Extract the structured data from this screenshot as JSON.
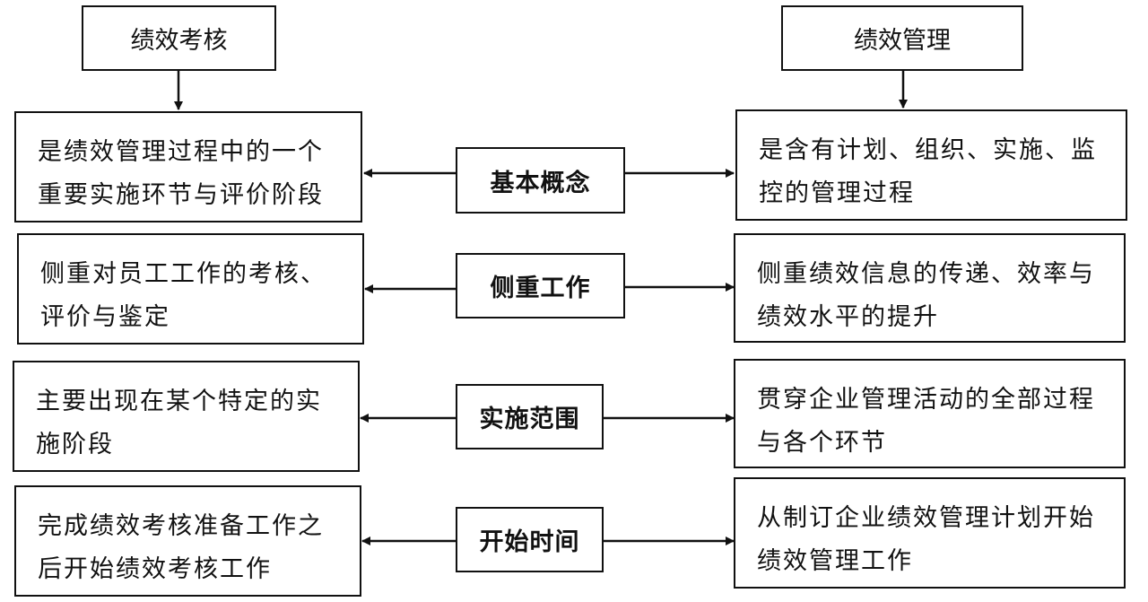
{
  "headers": {
    "left": "绩效考核",
    "right": "绩效管理"
  },
  "rows": [
    {
      "category": "基本概念",
      "left_lines": [
        "是绩效管理过程中的一个",
        "重要实施环节与评价阶段"
      ],
      "right_lines": [
        "是含有计划、组织、实施、监",
        "控的管理过程"
      ]
    },
    {
      "category": "侧重工作",
      "left_lines": [
        "侧重对员工工作的考核、",
        "评价与鉴定"
      ],
      "right_lines": [
        "侧重绩效信息的传递、效率与",
        "绩效水平的提升"
      ]
    },
    {
      "category": "实施范围",
      "left_lines": [
        "主要出现在某个特定的实",
        "施阶段"
      ],
      "right_lines": [
        "贯穿企业管理活动的全部过程",
        "与各个环节"
      ]
    },
    {
      "category": "开始时间",
      "left_lines": [
        "完成绩效考核准备工作之",
        "后开始绩效考核工作"
      ],
      "right_lines": [
        "从制订企业绩效管理计划开始",
        "绩效管理工作"
      ]
    }
  ]
}
